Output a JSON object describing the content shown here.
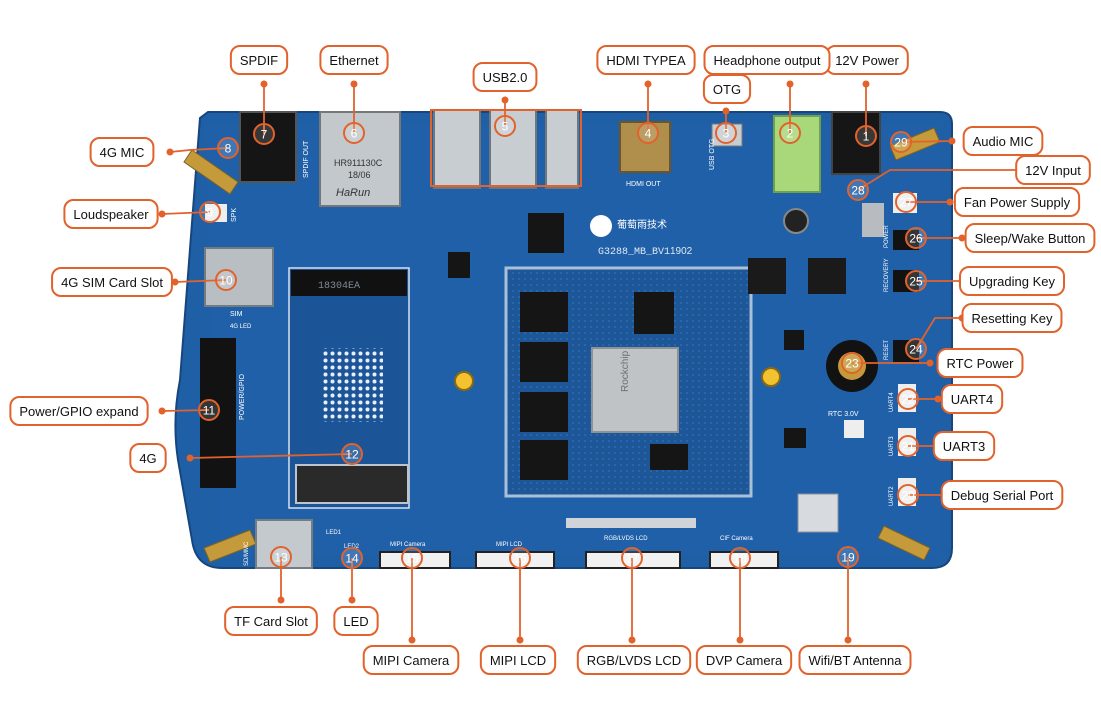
{
  "colors": {
    "accent": "#e2622b",
    "board": "#1f5fa6",
    "board_dark": "#17457d",
    "board_edge": "#2b6fbf",
    "label_text": "#111111",
    "label_bg": "#ffffff"
  },
  "board": {
    "silk_model": "G3288_MB_BV1",
    "silk_brand": "葡萄雨技术",
    "silk_date": "1902",
    "silk_chip": "Rockchip",
    "silk_hdmi": "HDMI OUT",
    "silk_usb_otg": "USB OTG",
    "silk_rtc": "RTC 3.0V",
    "silk_m2": "18304EA",
    "silk_ethernet_brand": "HaRun",
    "silk_ethernet_part": "HR911130C",
    "silk_ethernet_date": "18/06",
    "silk_spdif": "SPDIF OUT",
    "silk_spk": "SPK",
    "silk_sim": "SIM",
    "silk_4gled": "4G LED",
    "silk_power_gpio": "POWER/GPIO",
    "silk_sd": "SD/MMC",
    "silk_led1": "LED1",
    "silk_led2": "LED2",
    "silk_mipi_cam": "MIPI Camera",
    "silk_mipi_lcd": "MIPI LCD",
    "silk_rgb_lvds": "RGB/LVDS LCD",
    "silk_cif": "CIF Camera",
    "silk_reset": "RESET",
    "silk_recovery": "RECOVERY",
    "silk_power": "POWER",
    "silk_uart4": "UART4",
    "silk_uart3": "UART3",
    "silk_uart2": "UART2"
  },
  "callouts": [
    {
      "num": "1",
      "label": "12V Power"
    },
    {
      "num": "2",
      "label": "Headphone output"
    },
    {
      "num": "3",
      "label": "OTG"
    },
    {
      "num": "4",
      "label": "HDMI TYPEA"
    },
    {
      "num": "5",
      "label": "USB2.0"
    },
    {
      "num": "6",
      "label": "Ethernet"
    },
    {
      "num": "7",
      "label": "SPDIF"
    },
    {
      "num": "8",
      "label": "4G MIC"
    },
    {
      "num": "9",
      "label": "Loudspeaker"
    },
    {
      "num": "10",
      "label": "4G SIM Card Slot"
    },
    {
      "num": "11",
      "label": "Power/GPIO expand"
    },
    {
      "num": "12",
      "label": "4G"
    },
    {
      "num": "13",
      "label": "TF Card Slot"
    },
    {
      "num": "14",
      "label": "LED"
    },
    {
      "num": "15",
      "label": "MIPI Camera"
    },
    {
      "num": "16",
      "label": "MIPI LCD"
    },
    {
      "num": "17",
      "label": "RGB/LVDS LCD"
    },
    {
      "num": "18",
      "label": "DVP Camera"
    },
    {
      "num": "19",
      "label": "Wifi/BT Antenna"
    },
    {
      "num": "20",
      "label": "Debug Serial Port"
    },
    {
      "num": "21",
      "label": "UART3"
    },
    {
      "num": "22",
      "label": "UART4"
    },
    {
      "num": "23",
      "label": "RTC Power"
    },
    {
      "num": "24",
      "label": "Resetting Key"
    },
    {
      "num": "25",
      "label": "Upgrading Key"
    },
    {
      "num": "26",
      "label": "Sleep/Wake Button"
    },
    {
      "num": "27",
      "label": "Fan Power Supply"
    },
    {
      "num": "28",
      "label": "12V Input"
    },
    {
      "num": "29",
      "label": "Audio MIC"
    }
  ]
}
